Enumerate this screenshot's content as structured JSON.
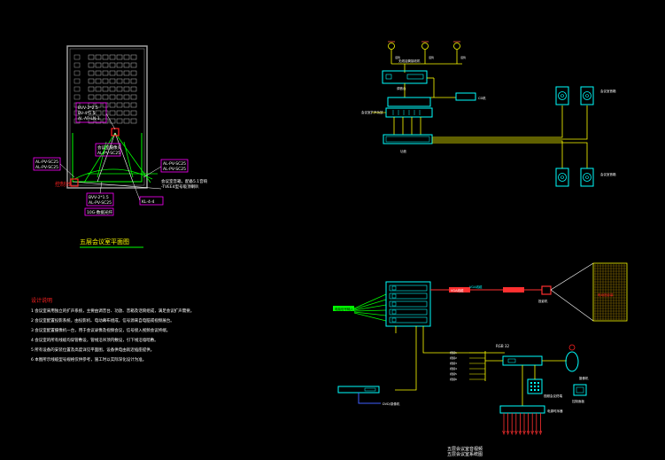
{
  "floorplan": {
    "title": "五层会议室平面图",
    "tags": {
      "top_left": [
        "BVV-2*2.5",
        "BV-4*1.5",
        "AL-AP-LN-1"
      ],
      "camera": [
        "会议室摄像头",
        "AL-PV-SC25"
      ],
      "left_a": [
        "AL-PV-SC25",
        "AL-PV-SC25"
      ],
      "right_a": [
        "AL-PV-SC25",
        "AL-PV-SC25"
      ],
      "right_b": [
        "会议室音箱，配备5.1音响",
        "-TVEE4型号吸顶喇叭"
      ],
      "bottom_a": [
        "BVV-2*1.5",
        "AL-PV-SC25"
      ],
      "bottom_b": "KL-4-4",
      "bottom_c": "10G-数据光纤",
      "red_label": "控制台"
    }
  },
  "notes": {
    "heading": "设计说明",
    "lines": [
      "1  会议室采用独立的扩声系统，主要由调音台、功放、音箱及话筒组成，满足会议扩声需要。",
      "2  会议室配置投影系统，由投影机、电动幕布组成，信号源来自电脑或视频展台。",
      "3  会议室配置摄像机一台，用于会议录像及视频会议，信号接入视频会议终端。",
      "4  会议室的所有线缆均穿管敷设，管线沿吊顶内敷设，引下线沿墙暗敷。",
      "5  所有设备的安装位置及高度详见平面图，设备供电由就近插座提供。",
      "6  本图所示线缆型号规格仅供参考，施工时以实际深化设计为准。"
    ]
  },
  "audio": {
    "mics": [
      "话筒",
      "话筒",
      "话筒"
    ],
    "mic_receiver_label": "无线话筒接收机",
    "mixer_label": "调音台",
    "amp_label": "功放",
    "amp_left_label": "会议室扩声功放",
    "player_label": "CD机",
    "speakers_top_label": "会议室音箱",
    "speakers_bottom_label": "会议室音箱",
    "power_label": "电源时序器"
  },
  "video": {
    "sources_label": "电脑信号输入",
    "cable_label": "VGA线缆",
    "cable_right_label": "VGA线缆",
    "projector_label": "投影机",
    "screen_label": "电动投影幕",
    "switcher_top": "RGB 32",
    "switcher_labels": [
      "视频1",
      "视频2",
      "视频3",
      "视频4",
      "视频5",
      "视频6"
    ],
    "player_bottom_label": "DVD/录像机",
    "camera_label": "摄像机",
    "terminal_label": "视频会议终端",
    "control_label": "控制面板",
    "title_line1": "五层会议室音视频",
    "title_line2": "五层会议室系统图"
  },
  "colors": {
    "background": "#000000",
    "wire_yellow": "#ffff00",
    "device_cyan": "#00ffff",
    "tag_magenta": "#ff00ff",
    "wall_gray": "#a0a0a0",
    "plan_green": "#00ff00",
    "note_red": "#ff2020",
    "wire_red": "#ff3030",
    "wire_green": "#00ff00",
    "blue": "#4060ff"
  }
}
